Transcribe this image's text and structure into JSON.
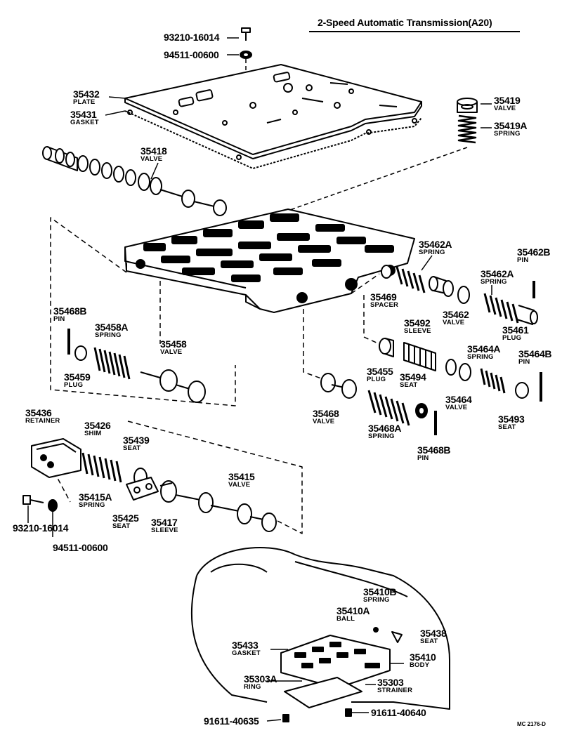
{
  "title": "2-Speed Automatic Transmission(A20)",
  "code": "MC 2176-D",
  "parts": [
    {
      "id": "93210-16014",
      "name": ""
    },
    {
      "id": "94511-00600",
      "name": ""
    },
    {
      "id": "35432",
      "name": "PLATE"
    },
    {
      "id": "35431",
      "name": "GASKET"
    },
    {
      "id": "35419",
      "name": "VALVE"
    },
    {
      "id": "35419A",
      "name": "SPRING"
    },
    {
      "id": "35418",
      "name": "VALVE"
    },
    {
      "id": "35462A",
      "name": "SPRING"
    },
    {
      "id": "35462B",
      "name": "PIN"
    },
    {
      "id": "35462A",
      "name": "SPRING"
    },
    {
      "id": "35469",
      "name": "SPACER"
    },
    {
      "id": "35462",
      "name": "VALVE"
    },
    {
      "id": "35461",
      "name": "PLUG"
    },
    {
      "id": "35468B",
      "name": "PIN"
    },
    {
      "id": "35458A",
      "name": "SPRING"
    },
    {
      "id": "35458",
      "name": "VALVE"
    },
    {
      "id": "35459",
      "name": "PLUG"
    },
    {
      "id": "35492",
      "name": "SLEEVE"
    },
    {
      "id": "35464A",
      "name": "SPRING"
    },
    {
      "id": "35464B",
      "name": "PIN"
    },
    {
      "id": "35455",
      "name": "PLUG"
    },
    {
      "id": "35494",
      "name": "SEAT"
    },
    {
      "id": "35464",
      "name": "VALVE"
    },
    {
      "id": "35493",
      "name": "SEAT"
    },
    {
      "id": "35468",
      "name": "VALVE"
    },
    {
      "id": "35468A",
      "name": "SPRING"
    },
    {
      "id": "35468B",
      "name": "PIN"
    },
    {
      "id": "35436",
      "name": "RETAINER"
    },
    {
      "id": "35426",
      "name": "SHIM"
    },
    {
      "id": "35439",
      "name": "SEAT"
    },
    {
      "id": "35415",
      "name": "VALVE"
    },
    {
      "id": "35415A",
      "name": "SPRING"
    },
    {
      "id": "35425",
      "name": "SEAT"
    },
    {
      "id": "35417",
      "name": "SLEEVE"
    },
    {
      "id": "93210-16014",
      "name": ""
    },
    {
      "id": "94511-00600",
      "name": ""
    },
    {
      "id": "35410B",
      "name": "SPRING"
    },
    {
      "id": "35410A",
      "name": "BALL"
    },
    {
      "id": "35438",
      "name": "SEAT"
    },
    {
      "id": "35433",
      "name": "GASKET"
    },
    {
      "id": "35410",
      "name": "BODY"
    },
    {
      "id": "35303A",
      "name": "RING"
    },
    {
      "id": "35303",
      "name": "STRAINER"
    },
    {
      "id": "91611-40635",
      "name": ""
    },
    {
      "id": "91611-40640",
      "name": ""
    }
  ]
}
